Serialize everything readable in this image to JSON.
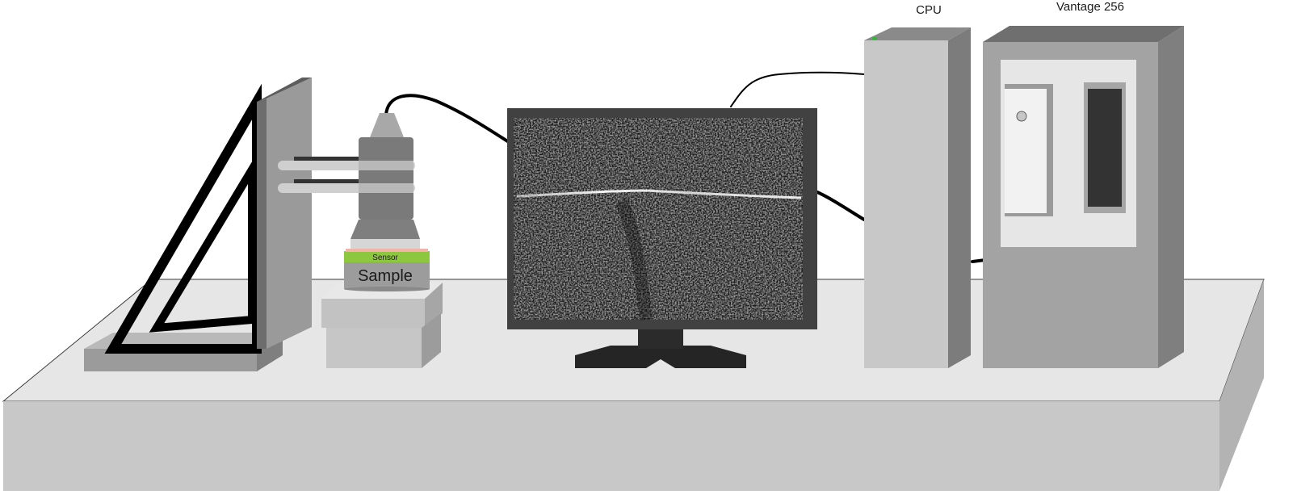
{
  "labels": {
    "cpu": "CPU",
    "vantage": "Vantage 256",
    "sensor": "Sensor",
    "sample": "Sample"
  },
  "colors": {
    "table_top": "#e6e6e6",
    "table_front": "#c8c8c8",
    "table_side": "#b3b3b3",
    "sensor_green": "#8dc63f",
    "monitor_frame": "#414141",
    "frame_black": "#000000",
    "light_panel": "#e6e6e6",
    "dark_window": "#333333"
  }
}
